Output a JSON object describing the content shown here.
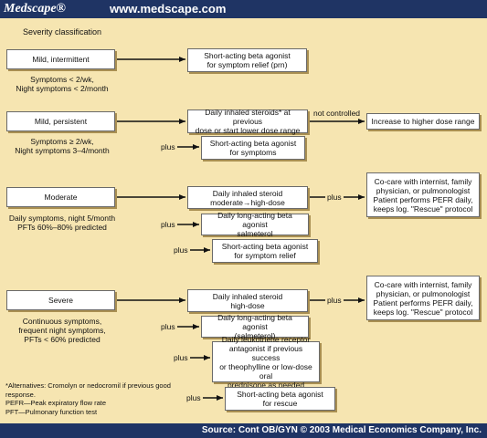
{
  "header": {
    "brand": "Medscape®",
    "url": "www.medscape.com"
  },
  "footer": {
    "source": "Source: Cont OB/GYN © 2003 Medical Economics Company, Inc."
  },
  "diagram": {
    "title": "Severity classification",
    "plus": "plus",
    "not_controlled": "not controlled",
    "levels": [
      {
        "label": "Mild, intermittent",
        "criteria": [
          "Symptoms < 2/wk,",
          "Night symptoms < 2/month"
        ]
      },
      {
        "label": "Mild, persistent",
        "criteria": [
          "Symptoms ≥ 2/wk,",
          "Night symptoms 3–4/month"
        ]
      },
      {
        "label": "Moderate",
        "criteria": [
          "Daily symptoms, night 5/month",
          "PFTs 60%–80% predicted"
        ]
      },
      {
        "label": "Severe",
        "criteria": [
          "Continuous symptoms,",
          "frequent night symptoms,",
          "PFTs < 60% predicted"
        ]
      }
    ],
    "treatments": {
      "mi_1": [
        "Short-acting beta agonist",
        "for symptom relief (prn)"
      ],
      "mp_1": [
        "Daily inhaled steroids* at previous",
        "dose or start lower dose range"
      ],
      "mp_2": [
        "Short-acting beta agonist",
        "for symptoms"
      ],
      "mp_3": [
        "Increase to higher dose range"
      ],
      "mo_1": [
        "Daily inhaled steroid",
        "moderate→high-dose"
      ],
      "mo_2": [
        "Daily long-acting beta agonist",
        "salmeterol"
      ],
      "mo_3": [
        "Short-acting beta agonist",
        "for symptom relief"
      ],
      "mo_4": [
        "Co-care with internist, family",
        "physician, or pulmonologist",
        "Patient performs PEFR daily,",
        "keeps log. \"Rescue\" protocol"
      ],
      "se_1": [
        "Daily inhaled steroid",
        "high-dose"
      ],
      "se_2": [
        "Daily long-acting beta agonist",
        "(salmeterol)"
      ],
      "se_3": [
        "Daily leukotriene receptor",
        "antagonist if previous success",
        "or theophylline or low-dose oral",
        "prednisone as needed"
      ],
      "se_4": [
        "Short-acting beta agonist",
        "for rescue"
      ],
      "se_5": [
        "Co-care with internist, family",
        "physician, or pulmonologist",
        "Patient performs PEFR daily,",
        "keeps log. \"Rescue\" protocol"
      ]
    },
    "footnotes": [
      "*Alternatives: Cromolyn or nedocromil if previous good",
      "response.",
      "PEFR—Peak expiratory flow rate",
      "PFT—Pulmonary function test"
    ]
  }
}
